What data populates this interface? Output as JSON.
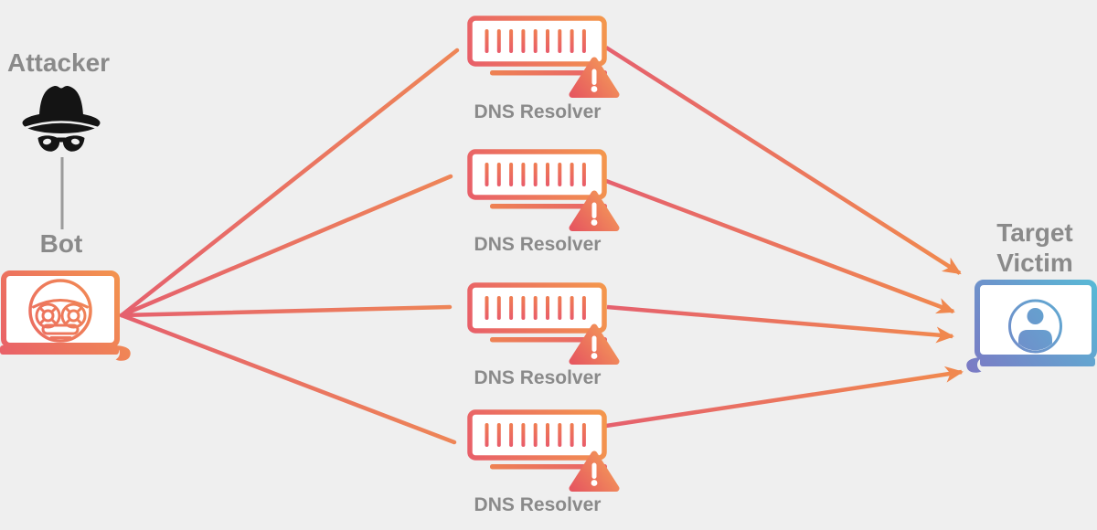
{
  "diagram": {
    "type": "ddos-dns-amplification-attack-diagram",
    "background": "#efefef",
    "attacker": {
      "label": "Attacker",
      "icon": "spy-hat-mask-icon"
    },
    "bot": {
      "label": "Bot",
      "icon": "robot-laptop-icon"
    },
    "resolvers": [
      {
        "label": "DNS Resolver",
        "icon": "server-rack-icon",
        "badge": "alert-triangle-icon"
      },
      {
        "label": "DNS Resolver",
        "icon": "server-rack-icon",
        "badge": "alert-triangle-icon"
      },
      {
        "label": "DNS Resolver",
        "icon": "server-rack-icon",
        "badge": "alert-triangle-icon"
      },
      {
        "label": "DNS Resolver",
        "icon": "server-rack-icon",
        "badge": "alert-triangle-icon"
      }
    ],
    "victim": {
      "label": "Target Victim",
      "icon": "user-laptop-icon"
    },
    "flows": {
      "bot_to_resolver_lines": 4,
      "resolver_to_victim_arrows": 4
    },
    "colors": {
      "text_gray": "#8a8a8a",
      "warm_red": "#e75c6b",
      "warm_orange": "#f49b4b",
      "arrowhead_orange": "#f0884f",
      "cool_purple": "#7b79c4",
      "cool_teal": "#58bad6",
      "hat_black": "#141414",
      "connector_gray": "#9b9b9b",
      "icon_fill": "#ffffff"
    }
  }
}
